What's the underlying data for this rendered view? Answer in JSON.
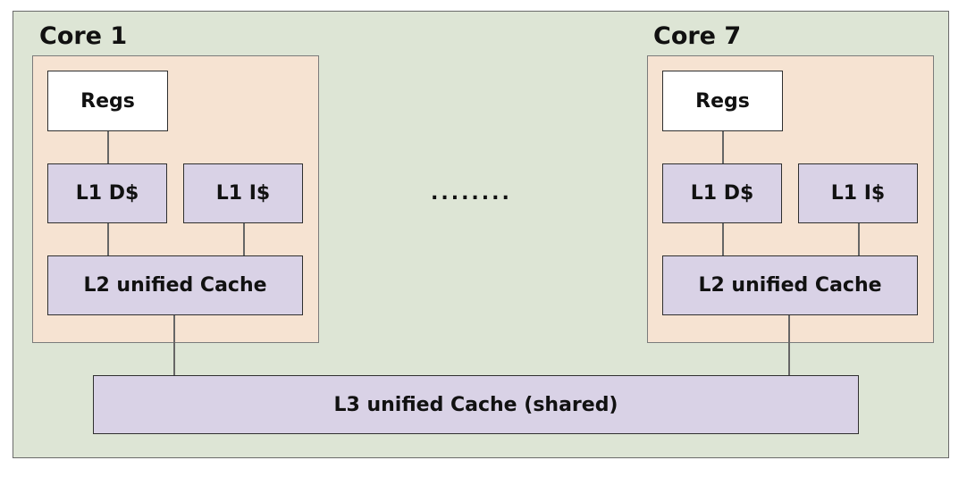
{
  "diagram": {
    "cores": [
      {
        "title": "Core 1",
        "regs": "Regs",
        "l1d": "L1 D$",
        "l1i": "L1 I$",
        "l2": "L2 unified Cache"
      },
      {
        "title": "Core 7",
        "regs": "Regs",
        "l1d": "L1 D$",
        "l1i": "L1 I$",
        "l2": "L2 unified Cache"
      }
    ],
    "ellipsis": "........",
    "l3": "L3 unified Cache (shared)"
  },
  "colors": {
    "frame_bg": "#dde5d5",
    "core_bg": "#f6e3d2",
    "cache_bg": "#d9d2e6",
    "regs_bg": "#ffffff"
  }
}
